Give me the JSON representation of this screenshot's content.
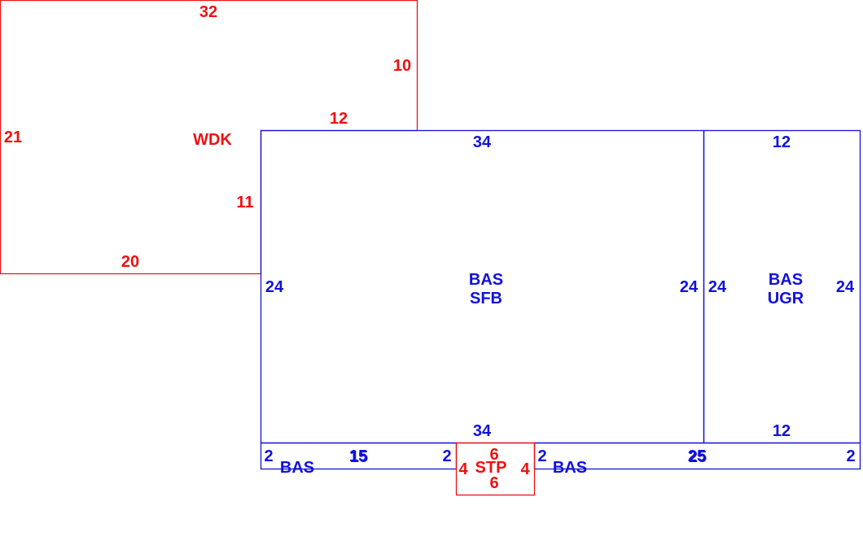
{
  "colors": {
    "wood_deck": "#ee1111",
    "base": "#1111dd",
    "stoop": "#ee1111"
  },
  "wdk": {
    "label": "WDK",
    "dims": {
      "top": "32",
      "right_upper": "10",
      "step": "12",
      "inner": "11",
      "bottom": "20",
      "left": "21"
    }
  },
  "bas_sfb": {
    "label_1": "BAS",
    "label_2": "SFB",
    "dims": {
      "top": "34",
      "left": "24",
      "right": "24",
      "bottom": "34"
    }
  },
  "bas_ugr": {
    "label_1": "BAS",
    "label_2": "UGR",
    "dims": {
      "top": "12",
      "left": "24",
      "right": "24",
      "bottom": "12"
    }
  },
  "bas_strip_left": {
    "label": "BAS",
    "dims": {
      "left": "2",
      "bottom_a": "15",
      "bottom_b": "15",
      "right": "2"
    }
  },
  "bas_strip_right": {
    "label": "BAS",
    "dims": {
      "left": "2",
      "bottom_a": "25",
      "bottom_b": "25",
      "right": "2"
    }
  },
  "stp": {
    "label": "STP",
    "dims": {
      "top": "6",
      "left": "4",
      "right": "4",
      "bottom": "6"
    }
  }
}
